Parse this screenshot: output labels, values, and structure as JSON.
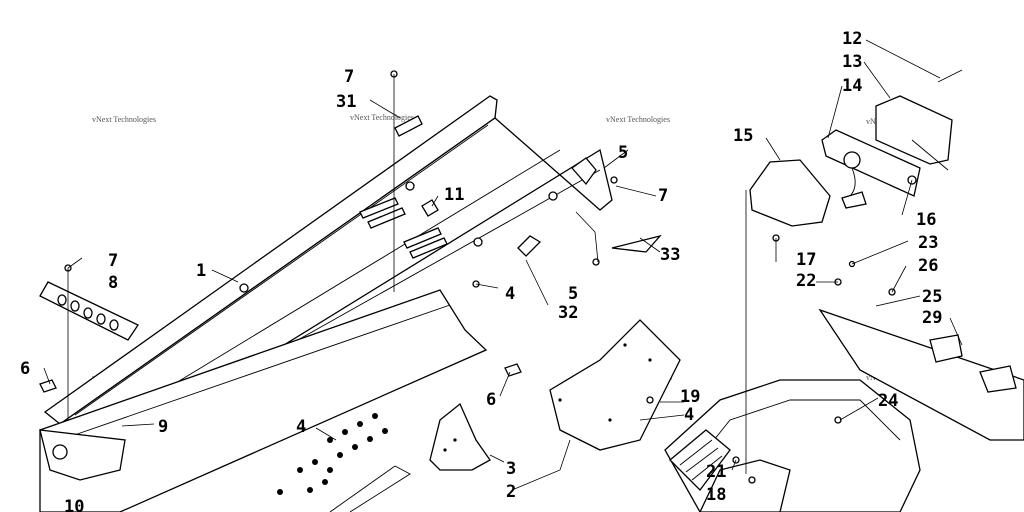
{
  "watermark": "vNext Technologies",
  "callouts": [
    "1",
    "2",
    "3",
    "4",
    "4",
    "4",
    "5",
    "5",
    "6",
    "6",
    "7",
    "7",
    "7",
    "8",
    "9",
    "10",
    "11",
    "12",
    "13",
    "14",
    "15",
    "16",
    "17",
    "18",
    "19",
    "21",
    "22",
    "23",
    "24",
    "25",
    "26",
    "29",
    "31",
    "32",
    "33"
  ]
}
